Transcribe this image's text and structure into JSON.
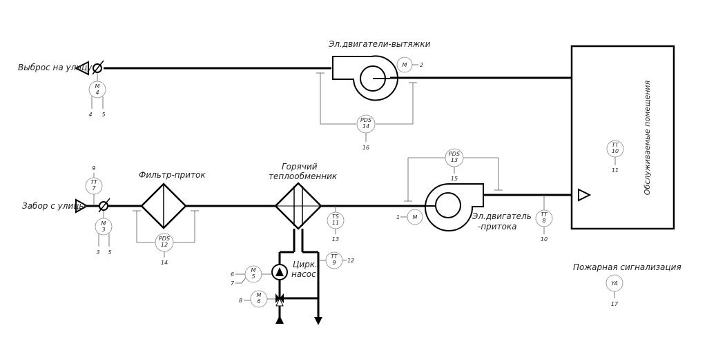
{
  "labels": {
    "exhaust_motors": "Эл.двигатели-вытяжки",
    "discharge_outside": "Выброс на улицу",
    "intake_outside": "Забор с улицы",
    "filter_supply": "Фильтр-приток",
    "hot_exchanger_line1": "Горячий",
    "hot_exchanger_line2": "теплообменник",
    "supply_motor_line1": "Эл.двигатель",
    "supply_motor_line2": "-притока",
    "circ_pump_line1": "Цирк.",
    "circ_pump_line2": "насос",
    "served_rooms": "Обслуживаемые помещения",
    "fire_alarm": "Пожарная сигнализация"
  },
  "instruments": {
    "m2": {
      "code": "M",
      "tag": "2"
    },
    "m4": {
      "code": "M",
      "num": "4",
      "out1": "4",
      "out2": "5"
    },
    "pds14": {
      "code": "PDS",
      "num": "14",
      "out": "16"
    },
    "tt7": {
      "code": "TT",
      "num": "7",
      "in": "9"
    },
    "m3": {
      "code": "M",
      "num": "3",
      "out1": "3",
      "out2": "5"
    },
    "pds12": {
      "code": "PDS",
      "num": "12",
      "out": "14"
    },
    "ts11": {
      "code": "TS",
      "num": "11",
      "out": "13"
    },
    "pds13": {
      "code": "PDS",
      "num": "13",
      "out": "15"
    },
    "m1": {
      "code": "M",
      "tag": "1"
    },
    "tt8": {
      "code": "TT",
      "num": "8",
      "out": "10"
    },
    "tt10": {
      "code": "TT",
      "num": "10",
      "out": "11"
    },
    "tt9": {
      "code": "TT",
      "num": "9",
      "out": "12"
    },
    "m5": {
      "code": "M",
      "num": "5",
      "in1": "6",
      "in2": "7"
    },
    "m6": {
      "code": "M",
      "num": "6",
      "in": "8"
    },
    "ya": {
      "code": "YA",
      "out": "17"
    }
  }
}
